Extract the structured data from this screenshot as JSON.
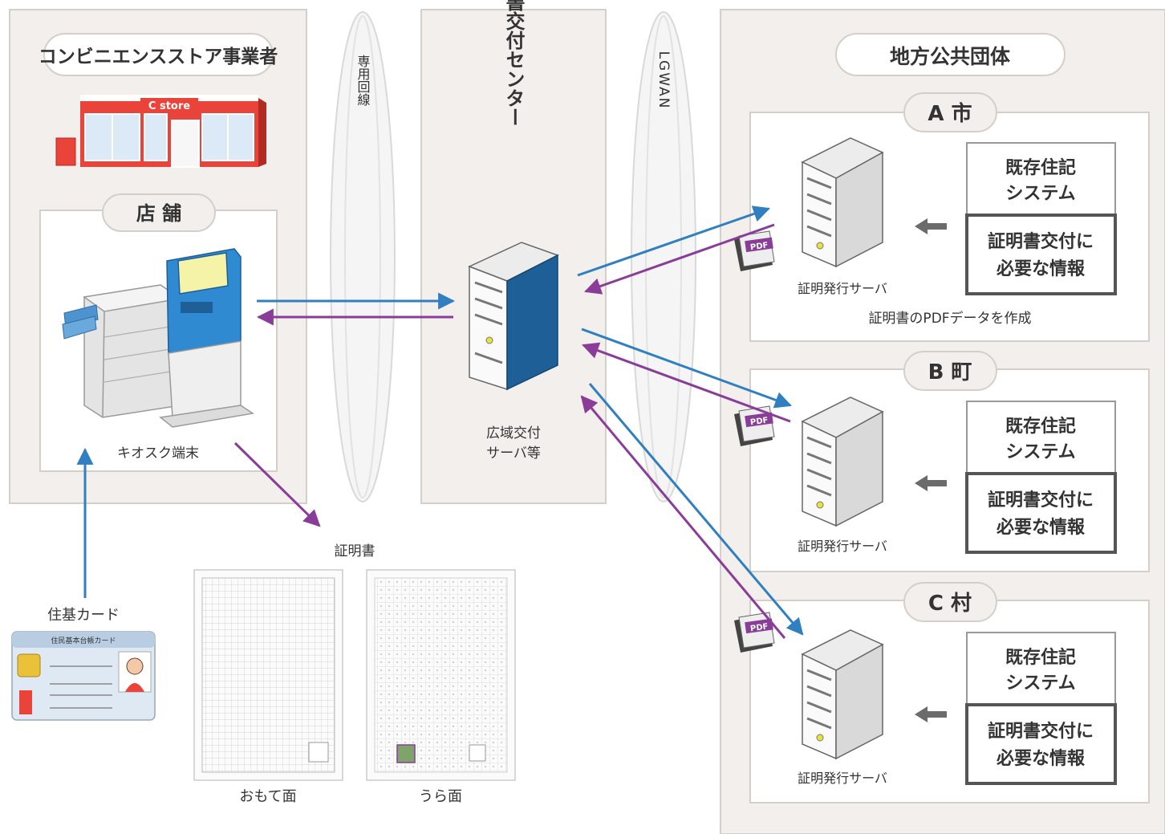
{
  "convenience": {
    "operator_label": "コンビニエンスストア事業者",
    "store_sign": "C store",
    "shop_label": "店 舗",
    "kiosk_label": "キオスク端末",
    "card_label": "住基カード",
    "card_header": "住民基本台帳カード"
  },
  "network1": {
    "label": "専用回線"
  },
  "center": {
    "title": "証明書交付センター",
    "server_label_line1": "広域交付",
    "server_label_line2": "サーバ等"
  },
  "network2": {
    "label": "LGWAN"
  },
  "local_gov": {
    "title": "地方公共団体",
    "pdf_caption": "証明書のPDFデータを作成",
    "municipalities": [
      {
        "name": "A 市",
        "server_label": "証明発行サーバ",
        "system_line1": "既存住記",
        "system_line2": "システム",
        "info_line1": "証明書交付に",
        "info_line2": "必要な情報",
        "pdf": "PDF"
      },
      {
        "name": "B 町",
        "server_label": "証明発行サーバ",
        "system_line1": "既存住記",
        "system_line2": "システム",
        "info_line1": "証明書交付に",
        "info_line2": "必要な情報",
        "pdf": "PDF"
      },
      {
        "name": "C 村",
        "server_label": "証明発行サーバ",
        "system_line1": "既存住記",
        "system_line2": "システム",
        "info_line1": "証明書交付に",
        "info_line2": "必要な情報",
        "pdf": "PDF"
      }
    ]
  },
  "certificate": {
    "label": "証明書",
    "front_label": "おもて面",
    "back_label": "うら面"
  },
  "colors": {
    "panel_bg": "#f3efec",
    "panel_border": "#d6cfc9",
    "arrow_blue": "#2f7fc1",
    "arrow_purple": "#8a3d98",
    "server_blue": "#1e5f97"
  }
}
